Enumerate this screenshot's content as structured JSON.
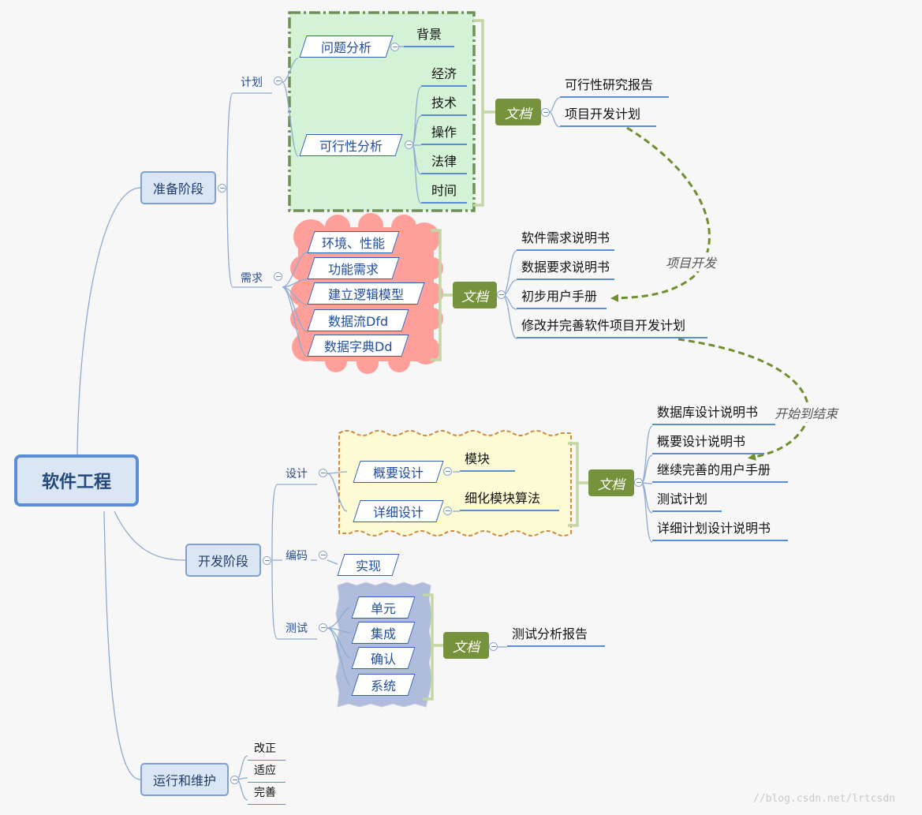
{
  "root": {
    "label": "软件工程"
  },
  "prep": {
    "label": "准备阶段",
    "plan": {
      "label": "计划",
      "problem": {
        "label": "问题分析",
        "child": "背景"
      },
      "feasibility": {
        "label": "可行性分析",
        "children": [
          "经济",
          "技术",
          "操作",
          "法律",
          "时间"
        ]
      },
      "doc": {
        "label": "文档",
        "items": [
          "可行性研究报告",
          "项目开发计划"
        ]
      }
    },
    "req": {
      "label": "需求",
      "items": [
        "环境、性能",
        "功能需求",
        "建立逻辑模型",
        "数据流Dfd",
        "数据字典Dd"
      ],
      "doc": {
        "label": "文档",
        "items": [
          "软件需求说明书",
          "数据要求说明书",
          "初步用户手册",
          "修改并完善软件项目开发计划"
        ]
      }
    }
  },
  "dev": {
    "label": "开发阶段",
    "design": {
      "label": "设计",
      "overview": {
        "label": "概要设计",
        "child": "模块"
      },
      "detail": {
        "label": "详细设计",
        "child": "细化模块算法"
      },
      "doc": {
        "label": "文档",
        "items": [
          "数据库设计说明书",
          "概要设计说明书",
          "继续完善的用户手册",
          "测试计划",
          "详细计划设计说明书"
        ]
      }
    },
    "code": {
      "label": "编码",
      "child": "实现"
    },
    "test": {
      "label": "测试",
      "items": [
        "单元",
        "集成",
        "确认",
        "系统"
      ],
      "doc": {
        "label": "文档",
        "items": [
          "测试分析报告"
        ]
      }
    }
  },
  "maint": {
    "label": "运行和维护",
    "items": [
      "改正",
      "适应",
      "完善"
    ]
  },
  "relations": {
    "r1": "项目开发",
    "r2": "开始到结束"
  },
  "watermark": "//blog.csdn.net/lrtcsdn",
  "colors": {
    "connector": "#8eaad3",
    "doc": "#77923c",
    "plan_boundary_fill": "#d4f3d6",
    "plan_boundary_border": "#6f8f56",
    "req_boundary_fill": "#ff9f9a",
    "design_boundary_fill": "#fdfbd4",
    "design_boundary_border": "#d08a3d",
    "test_boundary_fill": "#b0bcdc",
    "relation_arrow": "#6f8f2f"
  }
}
